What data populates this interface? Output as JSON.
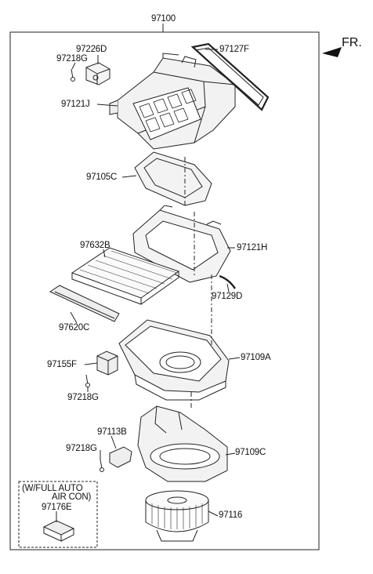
{
  "assembly": {
    "part_no": "97100"
  },
  "front_indicator": {
    "label": "FR.",
    "icon": "front-direction-arrow-icon"
  },
  "callouts": [
    {
      "id": "97226D"
    },
    {
      "id": "97218G-a",
      "text": "97218G"
    },
    {
      "id": "97127F"
    },
    {
      "id": "97121J"
    },
    {
      "id": "97105C"
    },
    {
      "id": "97632B"
    },
    {
      "id": "97121H"
    },
    {
      "id": "97129D"
    },
    {
      "id": "97620C"
    },
    {
      "id": "97155F"
    },
    {
      "id": "97109A"
    },
    {
      "id": "97218G-b",
      "text": "97218G"
    },
    {
      "id": "97113B"
    },
    {
      "id": "97218G-c",
      "text": "97218G"
    },
    {
      "id": "97109C"
    },
    {
      "id": "97116"
    }
  ],
  "option_box": {
    "line1": "(W/FULL AUTO",
    "line2": "AIR CON)",
    "part_no": "97176E"
  }
}
